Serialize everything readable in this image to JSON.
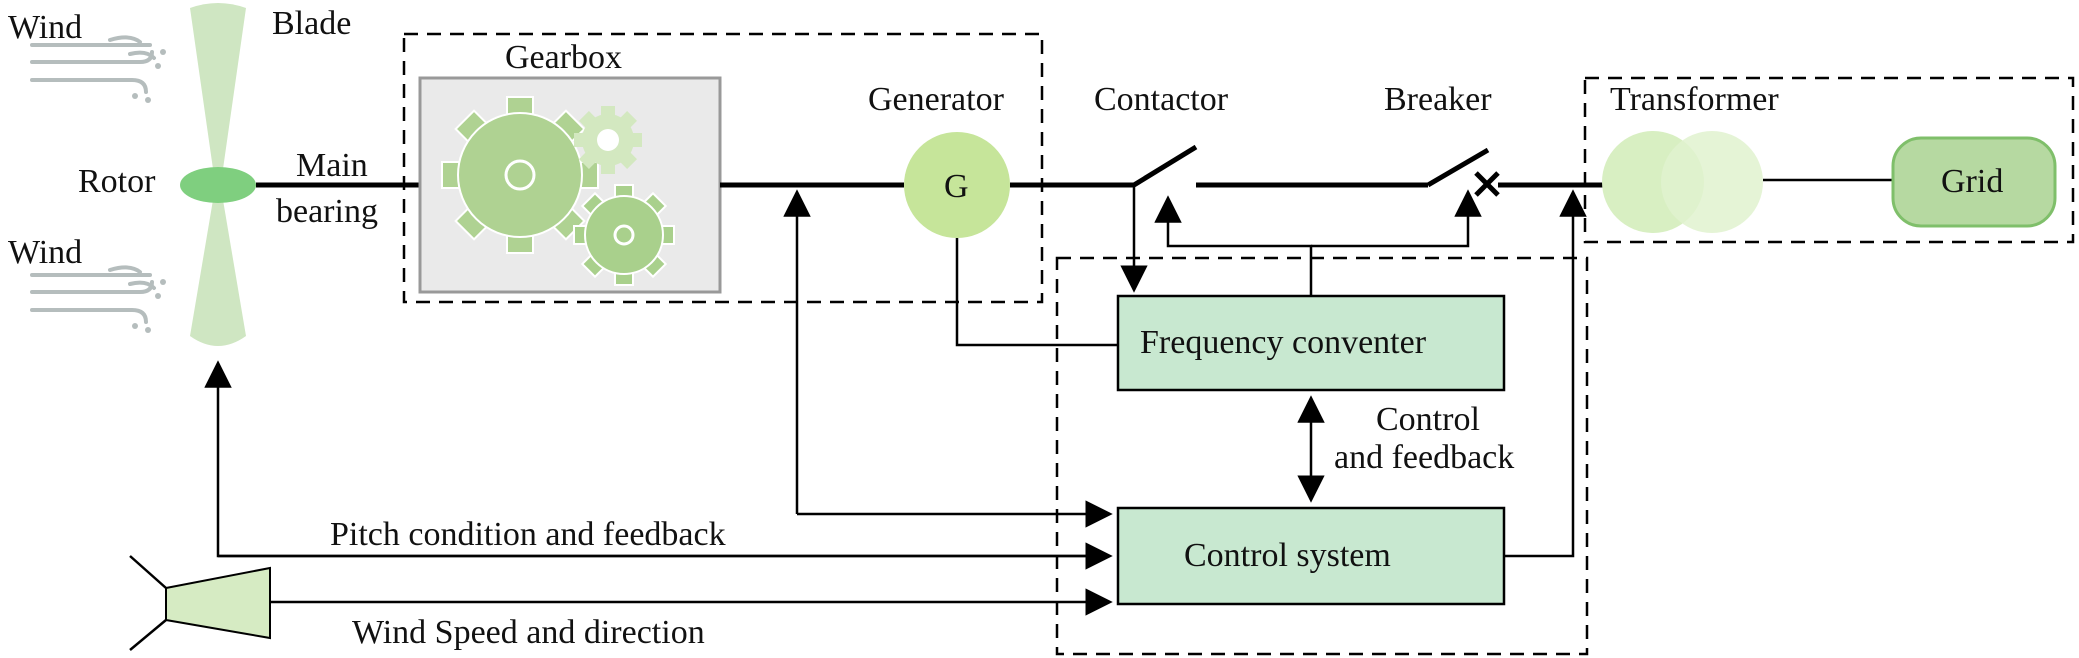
{
  "labels": {
    "wind_top": "Wind",
    "wind_bottom": "Wind",
    "blade": "Blade",
    "rotor": "Rotor",
    "main_bearing_line1": "Main",
    "main_bearing_line2": "bearing",
    "gearbox": "Gearbox",
    "generator": "Generator",
    "generator_symbol": "G",
    "contactor": "Contactor",
    "breaker": "Breaker",
    "transformer": "Transformer",
    "grid": "Grid",
    "frequency_converter": "Frequency conventer",
    "control_feedback_line1": "Control",
    "control_feedback_line2": "and feedback",
    "control_system": "Control system",
    "pitch_feedback": "Pitch condition and feedback",
    "wind_speed_direction": "Wind Speed and direction"
  },
  "colors": {
    "blade_fill": "#cfe6c2",
    "rotor_hub": "#7fcf7f",
    "gear_large": "#afd292",
    "gear_small": "#d3e8c0",
    "gear_medium": "#a9d08c",
    "gearbox_panel": "#eaeaea",
    "generator_fill": "#c6e59a",
    "transformer_left": "#d8efc2",
    "transformer_right": "#e1f2cf",
    "grid_fill": "#b6d9a1",
    "grid_stroke": "#7fbf6a",
    "converter_fill": "#c8e8d0",
    "control_fill": "#c8e8d0",
    "sensor_fill": "#d6ebc3",
    "wind_lines": "#b5bdbd"
  },
  "icons": [
    "wind-icon",
    "blade-icon",
    "rotor-hub-icon",
    "gear-icon",
    "generator-icon",
    "switch-icon",
    "breaker-x-icon",
    "transformer-icon",
    "wind-sensor-icon"
  ]
}
